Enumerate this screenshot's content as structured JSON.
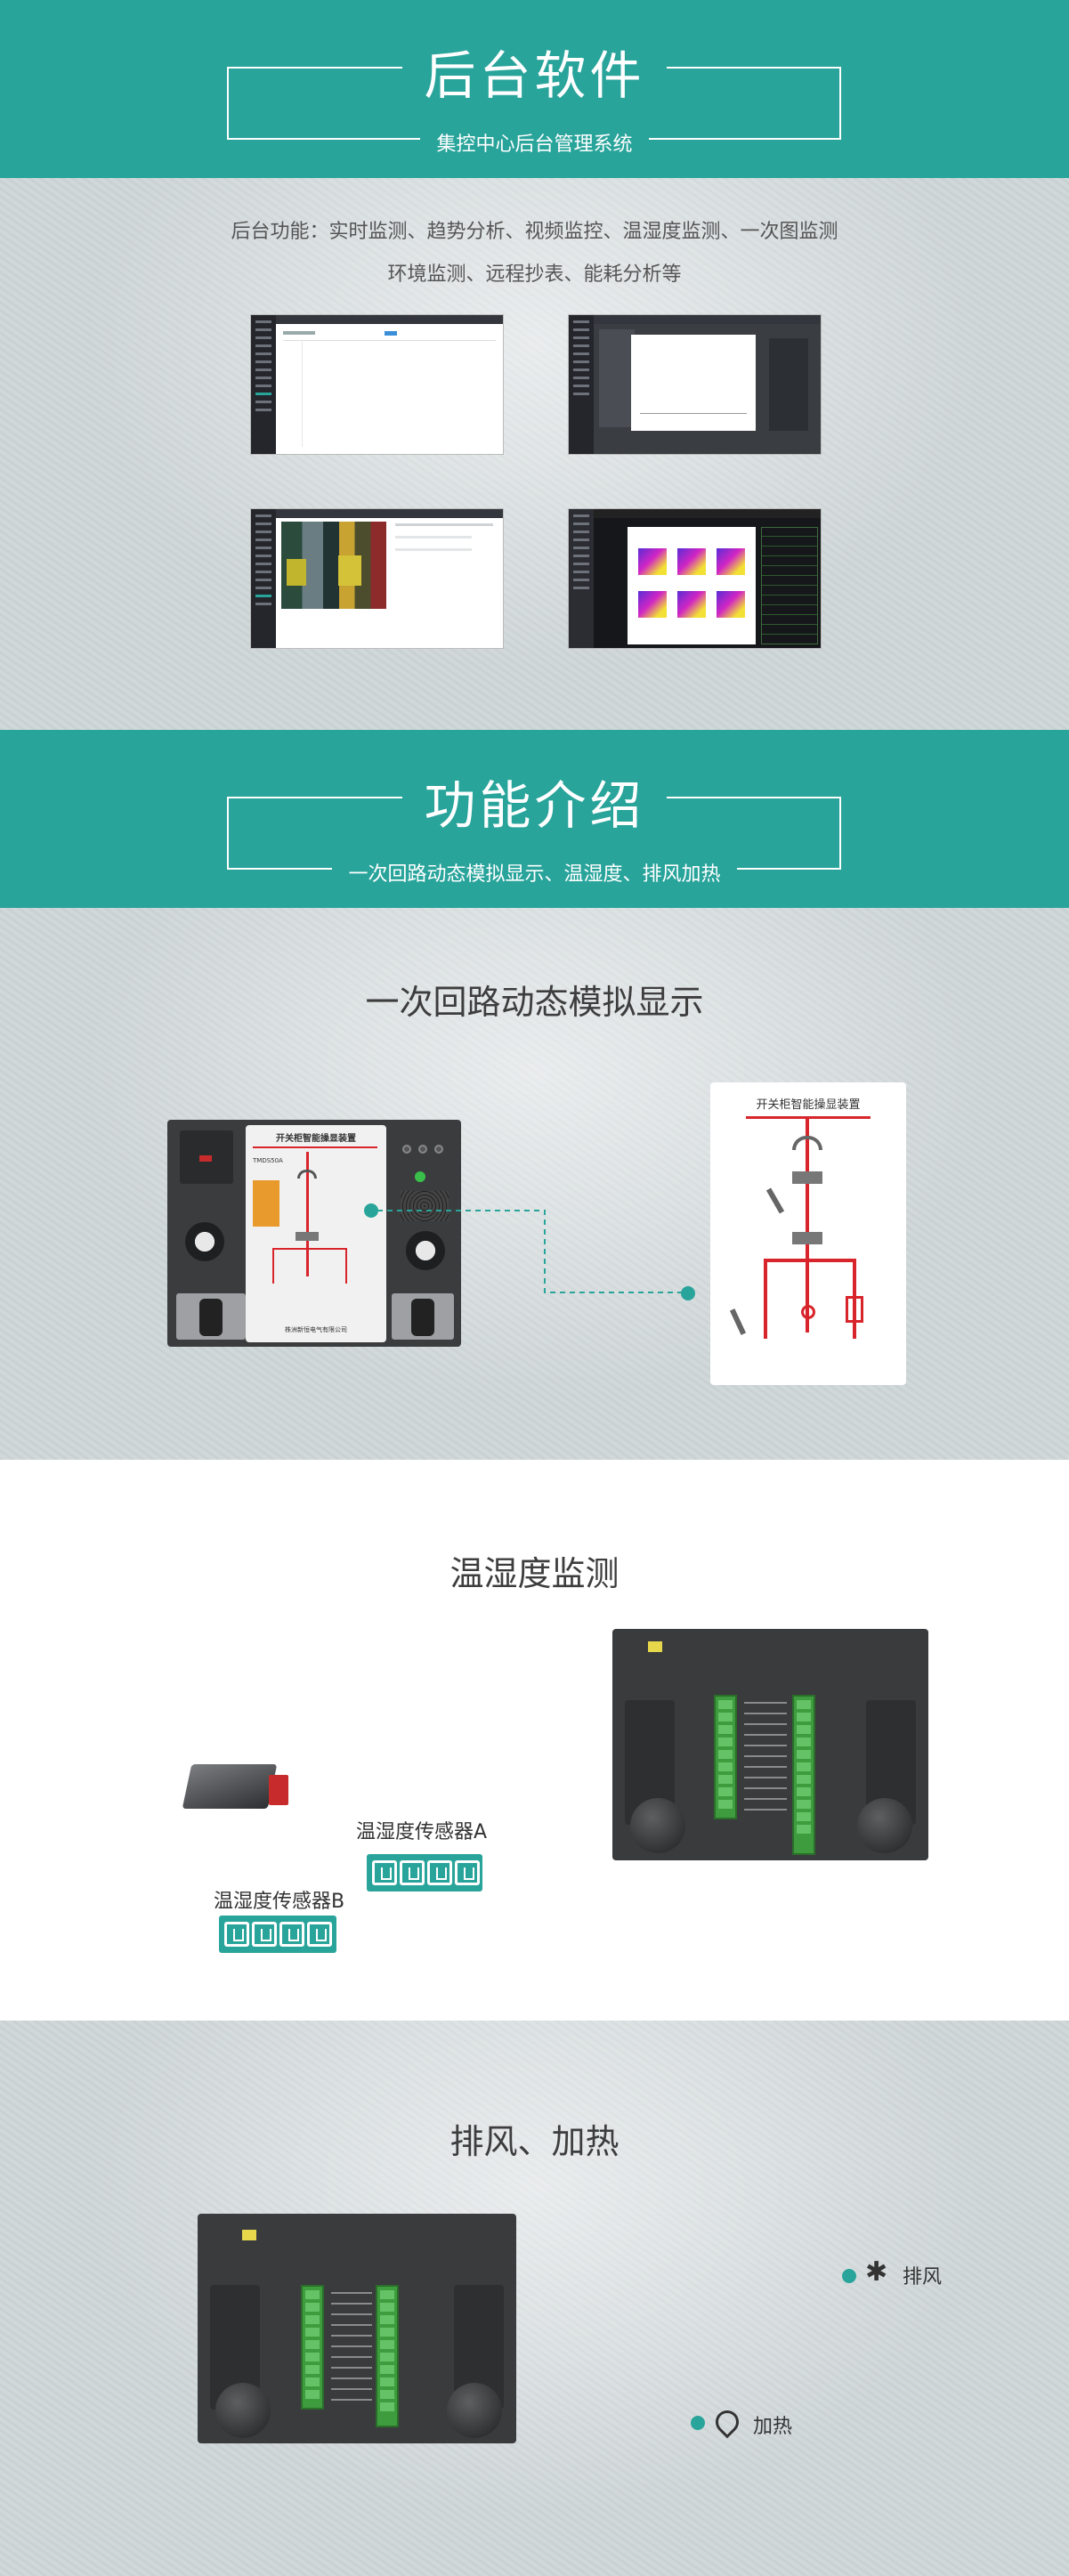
{
  "section1": {
    "title": "后台软件",
    "subtitle": "集控中心后台管理系统",
    "desc_line1": "后台功能：实时监测、趋势分析、视频监控、温湿度监测、一次图监测",
    "desc_line2": "环境监测、远程抄表、能耗分析等"
  },
  "section2": {
    "title": "功能介绍",
    "subtitle": "一次回路动态模拟显示、温湿度、排风加热"
  },
  "feature1": {
    "heading": "一次回路动态模拟显示",
    "device_panel_title": "开关柜智能操显装置",
    "device_model": "TMDS50A",
    "device_maker": "株洲新恒电气有限公司",
    "zoom_panel_title": "开关柜智能操显装置"
  },
  "feature2": {
    "heading": "温湿度监测",
    "sensor_a": "温湿度传感器A",
    "sensor_b": "温湿度传感器B"
  },
  "feature3": {
    "heading": "排风、加热",
    "fan_label": "排风",
    "heat_label": "加热"
  },
  "colors": {
    "teal": "#28a49b",
    "red": "#d8252b"
  }
}
